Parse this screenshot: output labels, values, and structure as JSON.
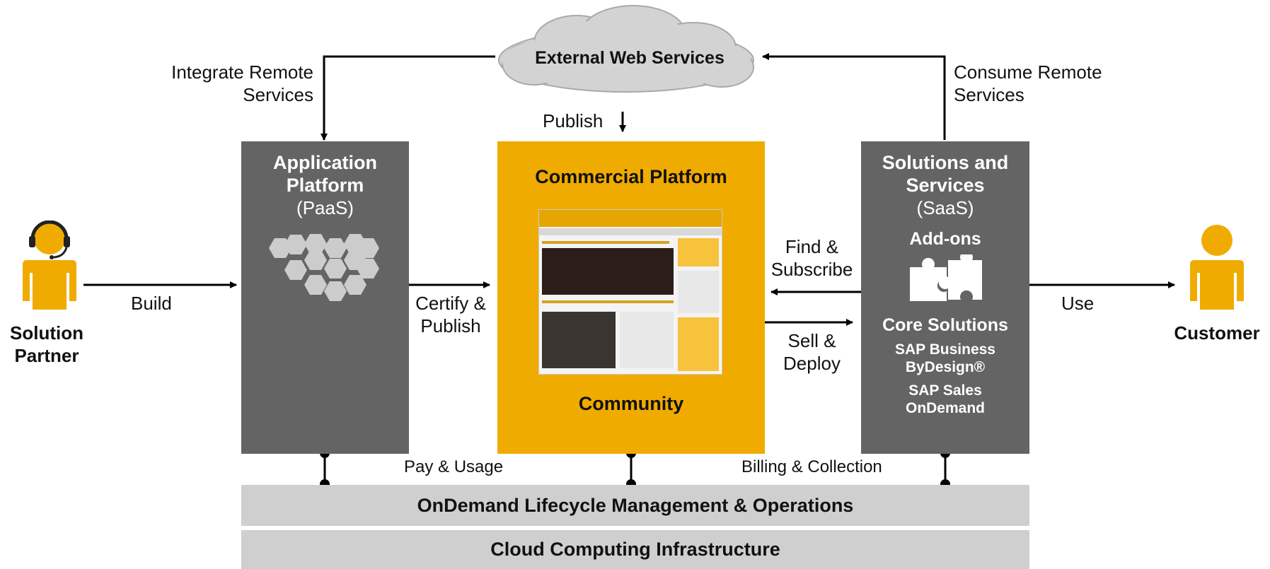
{
  "cloud": {
    "label": "External Web Services"
  },
  "edges": {
    "integrate_remote": [
      "Integrate Remote",
      "Services"
    ],
    "consume_remote": [
      "Consume Remote",
      "Services"
    ],
    "publish": "Publish",
    "build": "Build",
    "certify_publish": [
      "Certify &",
      "Publish"
    ],
    "find_subscribe": [
      "Find &",
      "Subscribe"
    ],
    "sell_deploy": [
      "Sell &",
      "Deploy"
    ],
    "use": "Use",
    "pay_usage": "Pay & Usage",
    "billing_collection": "Billing & Collection"
  },
  "actors": {
    "partner": [
      "Solution",
      "Partner"
    ],
    "customer": "Customer"
  },
  "paas": {
    "title": [
      "Application",
      "Platform"
    ],
    "subtitle": "(PaaS)"
  },
  "commercial": {
    "title": "Commercial Platform",
    "footer": "Community"
  },
  "saas": {
    "title": [
      "Solutions and",
      "Services"
    ],
    "subtitle": "(SaaS)",
    "addons": "Add-ons",
    "core": "Core Solutions",
    "products": [
      [
        "SAP Business",
        "ByDesign®"
      ],
      [
        "SAP Sales",
        "OnDemand"
      ]
    ]
  },
  "layers": {
    "lifecycle": "OnDemand Lifecycle Management & Operations",
    "infrastructure": "Cloud Computing Infrastructure"
  },
  "colors": {
    "gold": "#f0ab00",
    "dark_grey": "#646464",
    "light_grey": "#cfcfcf",
    "hex_grey": "#cccccc"
  },
  "icons": [
    "cloud-icon",
    "honeycomb-icon",
    "puzzle-icon",
    "person-headset-icon",
    "person-icon"
  ]
}
